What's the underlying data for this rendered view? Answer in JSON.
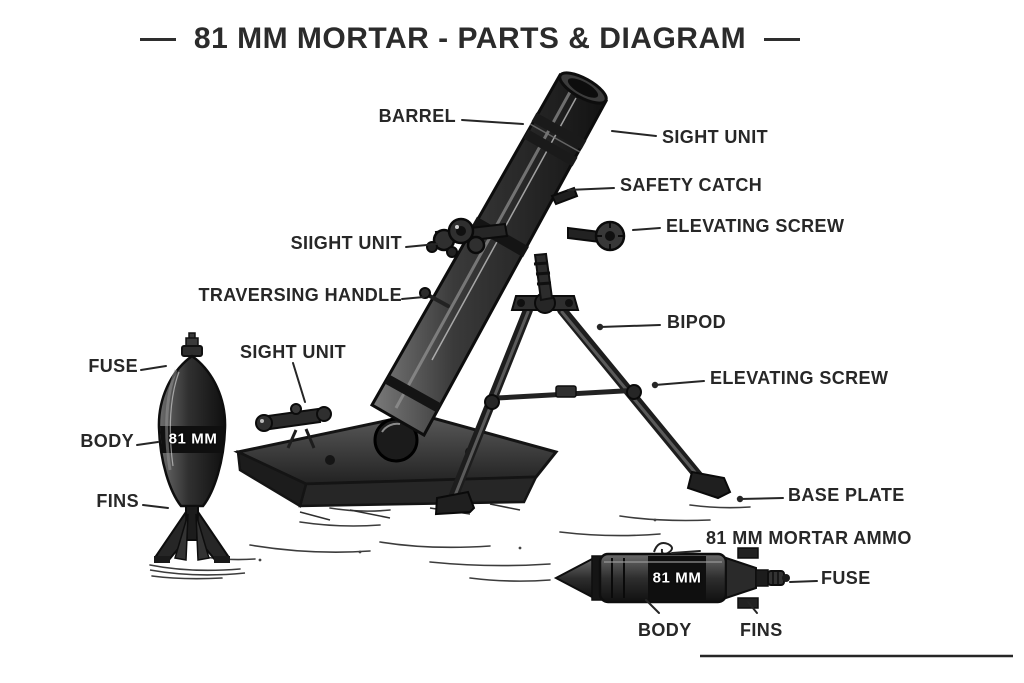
{
  "title": {
    "text": "81 MM MORTAR - PARTS & DIAGRAM"
  },
  "mortar_labels": {
    "barrel": "BARREL",
    "sight_unit_top": "SIGHT UNIT",
    "safety_catch": "SAFETY CATCH",
    "elevating_screw_upper": "ELEVATING SCREW",
    "sight_unit_left": "SIIGHT UNIT",
    "traversing_handle": "TRAVERSING HANDLE",
    "bipod": "BIPOD",
    "sight_unit_lower": "SIGHT UNIT",
    "elevating_screw_lower": "ELEVATING SCREW",
    "base_plate": "BASE PLATE"
  },
  "shell_labels": {
    "fuse": "FUSE",
    "body": "BODY",
    "fins": "FINS",
    "caliber": "81 MM"
  },
  "ammo_labels": {
    "title": "81 MM MORTAR AMMO",
    "fuse": "FUSE",
    "body": "BODY",
    "fins": "FINS",
    "caliber": "81 MM"
  },
  "colors": {
    "ink": "#262626",
    "background": "#ffffff"
  }
}
